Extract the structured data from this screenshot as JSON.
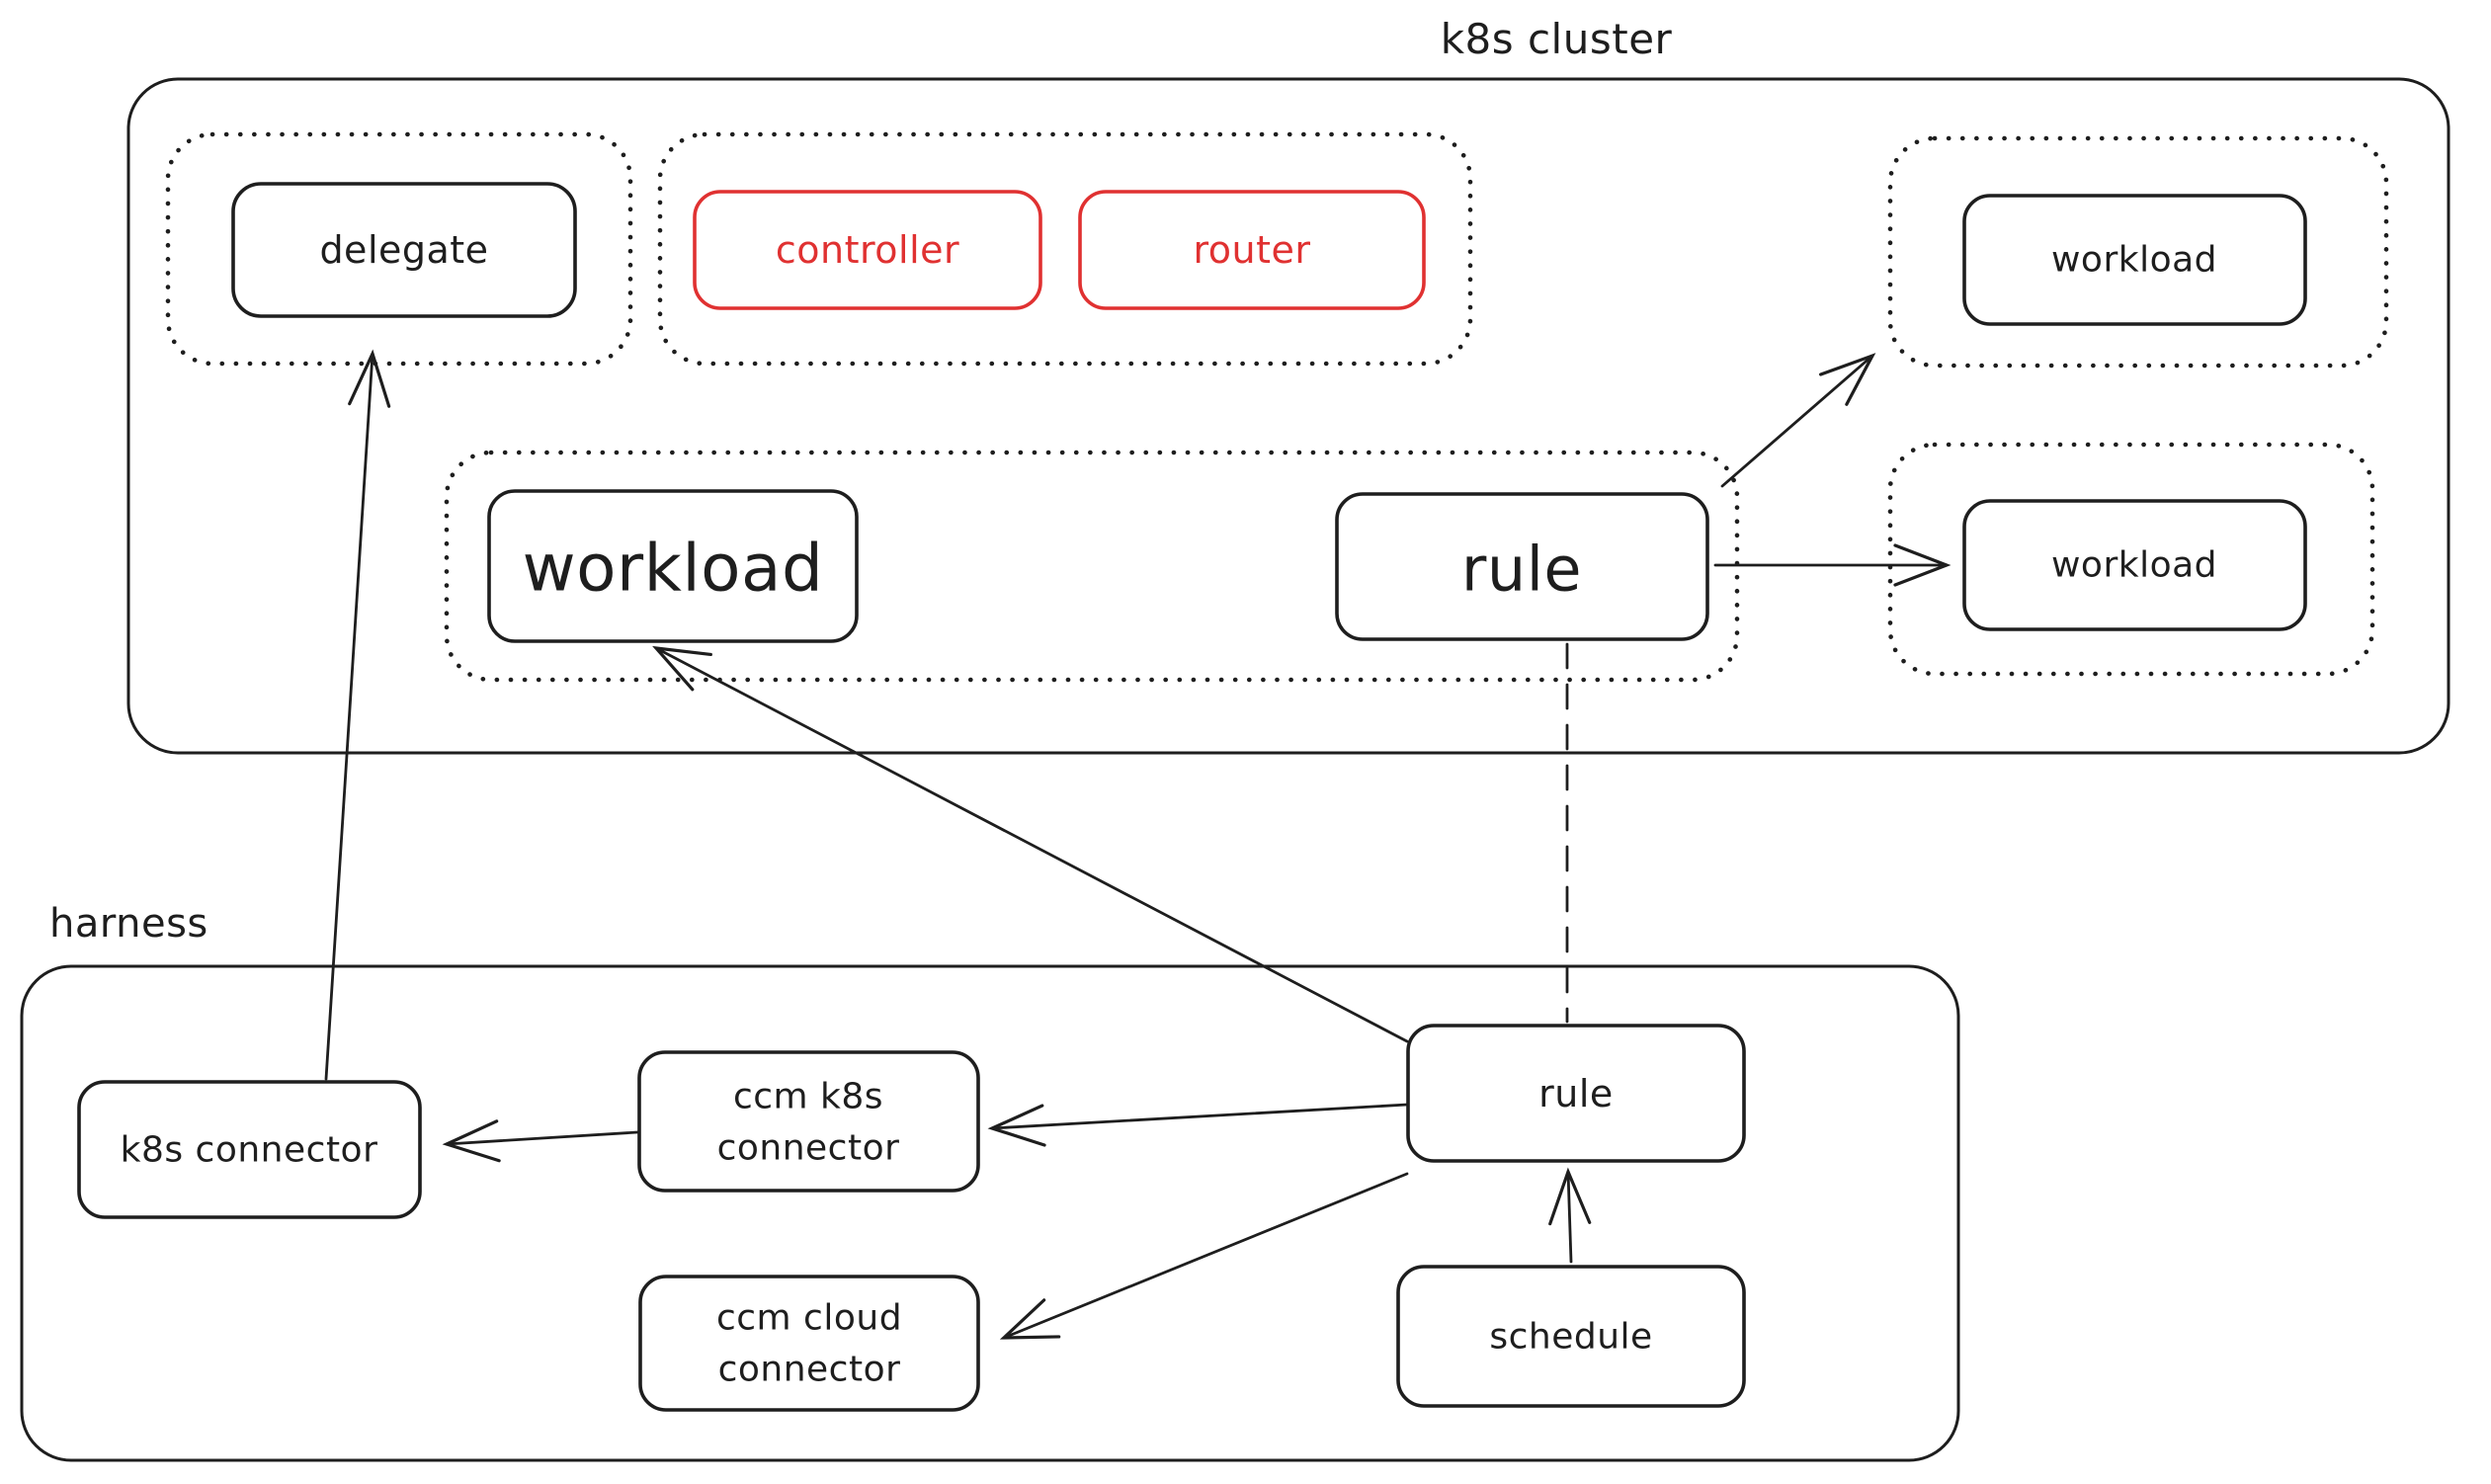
{
  "groups": {
    "cluster": {
      "label": "k8s cluster"
    },
    "harness": {
      "label": "harness"
    }
  },
  "nodes": {
    "delegate": {
      "label": "delegate"
    },
    "controller": {
      "label": "controller"
    },
    "router": {
      "label": "router"
    },
    "workload_top_right": {
      "label": "workload"
    },
    "workload_main": {
      "label": "workload"
    },
    "rule_cluster": {
      "label": "rule"
    },
    "workload_mid_right": {
      "label": "workload"
    },
    "k8s_connector": {
      "label": "k8s connector"
    },
    "ccm_k8s_connector": {
      "label": "ccm k8s connector",
      "line1": "ccm k8s",
      "line2": "connector"
    },
    "ccm_cloud_connector": {
      "label": "ccm cloud connector",
      "line1": "ccm cloud",
      "line2": "connector"
    },
    "rule_harness": {
      "label": "rule"
    },
    "schedule": {
      "label": "schedule"
    }
  },
  "edges": [
    {
      "from": "k8s connector",
      "to": "delegate",
      "style": "solid-arrow"
    },
    {
      "from": "rule (harness)",
      "to": "workload (cluster)",
      "style": "solid-arrow"
    },
    {
      "from": "rule (harness)",
      "to": "ccm k8s connector",
      "style": "solid-arrow"
    },
    {
      "from": "rule (harness)",
      "to": "ccm cloud connector",
      "style": "solid-arrow"
    },
    {
      "from": "ccm k8s connector",
      "to": "k8s connector",
      "style": "solid-arrow"
    },
    {
      "from": "schedule",
      "to": "rule (harness)",
      "style": "solid-arrow"
    },
    {
      "from": "rule (cluster)",
      "to": "workload (top right)",
      "style": "solid-arrow"
    },
    {
      "from": "rule (cluster)",
      "to": "workload (mid right)",
      "style": "solid-arrow"
    },
    {
      "from": "rule (cluster)",
      "to": "rule (harness)",
      "style": "dashed-line"
    }
  ],
  "colors": {
    "ink": "#1e1e1e",
    "accent": "#e03131",
    "background": "#ffffff"
  }
}
